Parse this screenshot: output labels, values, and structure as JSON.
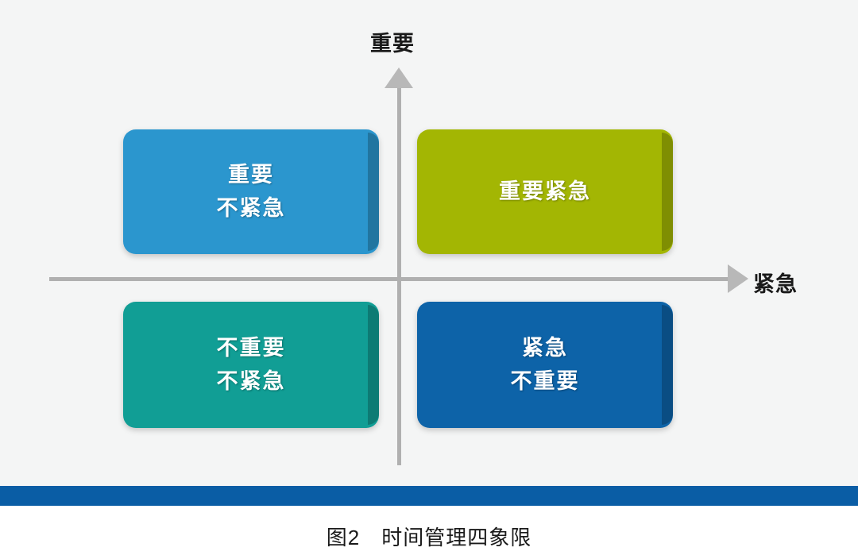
{
  "figure": {
    "caption": "图2　时间管理四象限",
    "background_color": "#f4f5f5",
    "divider_bar_color": "#0a5da5"
  },
  "axes": {
    "vertical_label": "重要",
    "horizontal_label": "紧急",
    "axis_color": "#b0b0b0"
  },
  "quadrants": [
    {
      "id": "important-not-urgent",
      "position": "top-left",
      "lines": [
        "重要",
        "不紧急"
      ],
      "color": "#2b96ce"
    },
    {
      "id": "important-urgent",
      "position": "top-right",
      "lines": [
        "重要紧急"
      ],
      "color": "#a3b603"
    },
    {
      "id": "not-important-not-urgent",
      "position": "bottom-left",
      "lines": [
        "不重要",
        "不紧急"
      ],
      "color": "#119e95"
    },
    {
      "id": "urgent-not-important",
      "position": "bottom-right",
      "lines": [
        "紧急",
        "不重要"
      ],
      "color": "#0d63a8"
    }
  ]
}
